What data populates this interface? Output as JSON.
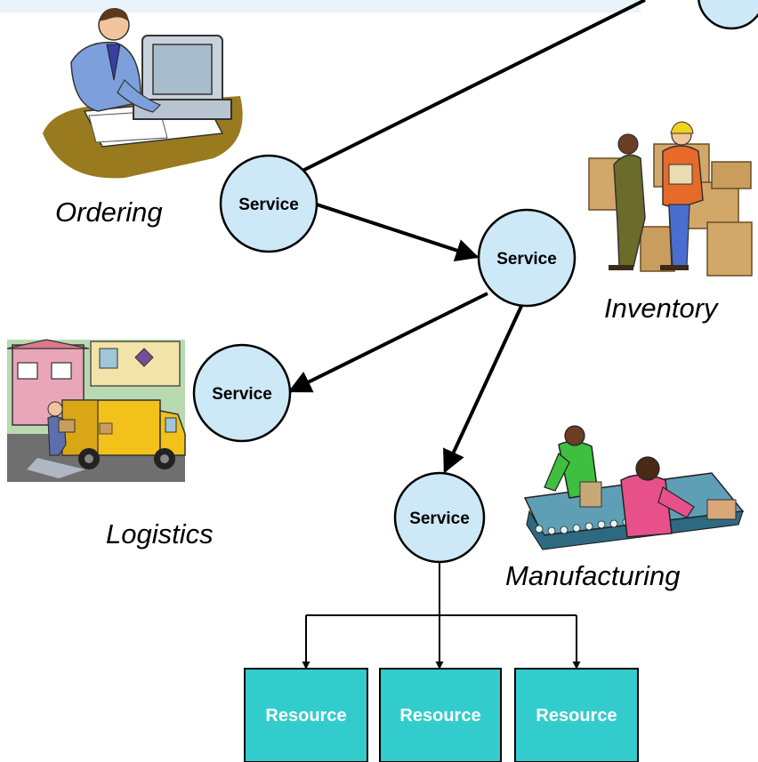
{
  "services": {
    "ordering_label": "Service",
    "central_label": "Service",
    "logistics_label": "Service",
    "manufacturing_label": "Service"
  },
  "areas": {
    "ordering": "Ordering",
    "inventory": "Inventory",
    "logistics": "Logistics",
    "manufacturing": "Manufacturing"
  },
  "resources": [
    "Resource",
    "Resource",
    "Resource"
  ],
  "colors": {
    "service_fill": "#cde9f7",
    "resource_fill": "#33cccc",
    "line": "#000000",
    "header_band": "#e8f3fa"
  }
}
